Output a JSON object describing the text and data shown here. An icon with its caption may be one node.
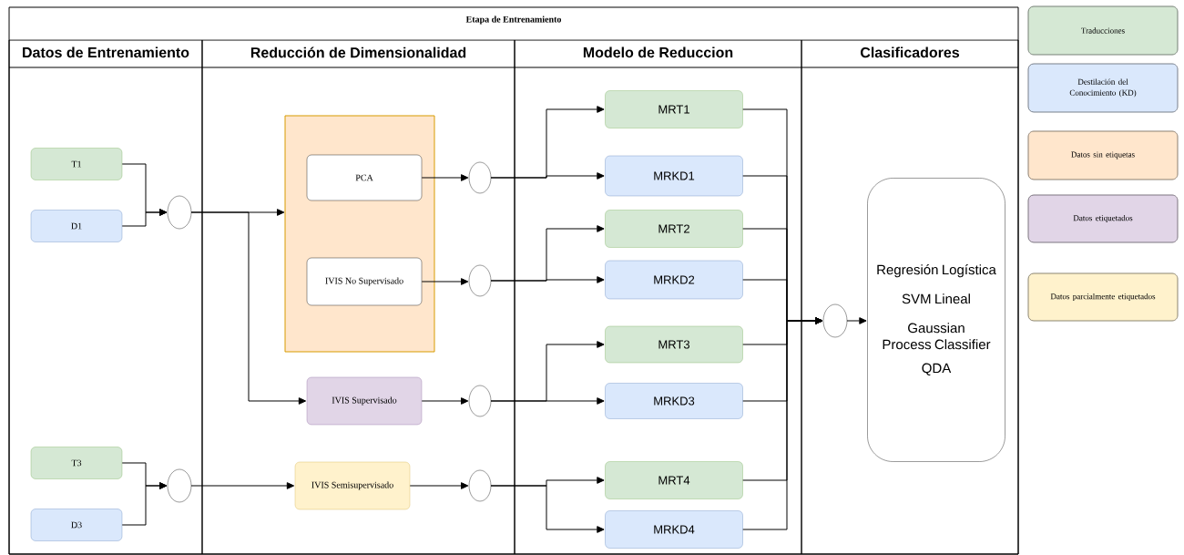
{
  "diagram": {
    "nodes": [
      {
        "text": [
          "Etapa de Entrenamiento"
        ]
      },
      {
        "text": [
          "Datos de Entrenamiento"
        ],
        "in": 0
      },
      {
        "text": [
          "Reducción de Dimensionalidad"
        ],
        "in": 0
      },
      {
        "text": [
          "Modelo de Reduccion"
        ],
        "in": 0
      },
      {
        "text": [
          "Clasificadores"
        ],
        "in": 0
      },
      {
        "text": [
          "T1"
        ],
        "in": 1
      },
      {
        "text": [
          "D1"
        ],
        "in": 1
      },
      {
        "text": [],
        "shape": "circle",
        "in": 1
      },
      {
        "text": [
          "T3"
        ],
        "in": 1
      },
      {
        "text": [
          "D3"
        ],
        "in": 1
      },
      {
        "text": [],
        "shape": "circle",
        "in": 1
      },
      {
        "text": [],
        "shape": "box",
        "in": 2
      },
      {
        "text": [
          "PCA"
        ],
        "in": 11
      },
      {
        "text": [
          "IVIS No Supervisado"
        ],
        "in": 11
      },
      {
        "text": [
          "IVIS Supervisado"
        ],
        "in": 2
      },
      {
        "text": [
          "IVIS Semisupervisado"
        ],
        "in": 2
      },
      {
        "text": [],
        "shape": "circle",
        "in": 2
      },
      {
        "text": [],
        "shape": "circle",
        "in": 2
      },
      {
        "text": [],
        "shape": "circle",
        "in": 2
      },
      {
        "text": [],
        "shape": "circle",
        "in": 2
      },
      {
        "text": [
          "MRT1"
        ],
        "in": 3
      },
      {
        "text": [
          "MRKD1"
        ],
        "in": 3
      },
      {
        "text": [
          "MRT2"
        ],
        "in": 3
      },
      {
        "text": [
          "MRKD2"
        ],
        "in": 3
      },
      {
        "text": [
          "MRT3"
        ],
        "in": 3
      },
      {
        "text": [
          "MRKD3"
        ],
        "in": 3
      },
      {
        "text": [
          "MRT4"
        ],
        "in": 3
      },
      {
        "text": [
          "MRKD4"
        ],
        "in": 3
      },
      {
        "text": [],
        "shape": "circle",
        "in": 4
      },
      {
        "text": [
          "Regresión Logística",
          "SVM Lineal",
          "Gaussian Process Classifier",
          "QDA"
        ],
        "in": 4
      }
    ],
    "edges": [
      {
        "from": 5,
        "to": 7,
        "arrow": "to"
      },
      {
        "from": 6,
        "to": 7,
        "arrow": "to"
      },
      {
        "from": 7,
        "to": 11,
        "arrow": "to"
      },
      {
        "from": 7,
        "to": 14,
        "arrow": "to"
      },
      {
        "from": 8,
        "to": 10,
        "arrow": "to"
      },
      {
        "from": 9,
        "to": 10,
        "arrow": "to"
      },
      {
        "from": 10,
        "to": 15,
        "arrow": "to"
      },
      {
        "from": 12,
        "to": 16,
        "arrow": "to"
      },
      {
        "from": 13,
        "to": 17,
        "arrow": "to"
      },
      {
        "from": 14,
        "to": 18,
        "arrow": "to"
      },
      {
        "from": 15,
        "to": 19,
        "arrow": "to"
      },
      {
        "from": 16,
        "to": 20,
        "arrow": "to"
      },
      {
        "from": 16,
        "to": 21,
        "arrow": "to"
      },
      {
        "from": 17,
        "to": 22,
        "arrow": "to"
      },
      {
        "from": 17,
        "to": 23,
        "arrow": "to"
      },
      {
        "from": 18,
        "to": 24,
        "arrow": "to"
      },
      {
        "from": 18,
        "to": 25,
        "arrow": "to"
      },
      {
        "from": 19,
        "to": 26,
        "arrow": "to"
      },
      {
        "from": 19,
        "to": 27,
        "arrow": "to"
      },
      {
        "from": 20,
        "to": 28,
        "arrow": "to"
      },
      {
        "from": 21,
        "to": 28,
        "arrow": "to"
      },
      {
        "from": 22,
        "to": 28,
        "arrow": "to"
      },
      {
        "from": 23,
        "to": 28,
        "arrow": "to"
      },
      {
        "from": 24,
        "to": 28,
        "arrow": "to"
      },
      {
        "from": 25,
        "to": 28,
        "arrow": "to"
      },
      {
        "from": 26,
        "to": 28,
        "arrow": "to"
      },
      {
        "from": 27,
        "to": 28,
        "arrow": "to"
      },
      {
        "from": 28,
        "to": 29,
        "arrow": "to"
      }
    ],
    "legend": [
      {
        "text": "Traducciones",
        "color": "#d5e8d4"
      },
      {
        "text": "Destilación del Conocimiento (KD)",
        "color": "#dae8fc"
      },
      {
        "text": "Datos sin etiquetas",
        "color": "#ffe6cc"
      },
      {
        "text": "Datos etiquetados",
        "color": "#e1d5e7"
      },
      {
        "text": "Datos parcialmente etiquetados",
        "color": "#fff2cc"
      }
    ]
  }
}
